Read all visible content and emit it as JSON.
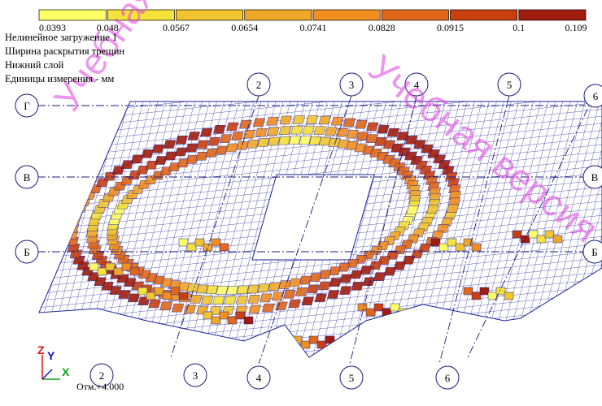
{
  "legend": {
    "values": [
      "0.0393",
      "0.048",
      "0.0567",
      "0.0654",
      "0.0741",
      "0.0828",
      "0.0915",
      "0.1",
      "0.109"
    ],
    "colors": [
      "#ffff66",
      "#f5e23a",
      "#f0c530",
      "#f0a828",
      "#f08e20",
      "#e06818",
      "#c84010",
      "#a01c0c"
    ]
  },
  "info": {
    "line1": "Нелинейное загружение 1",
    "line2": "Ширина раскрытия трещин",
    "line3": "Нижний слой",
    "line4": "Единицы измерения - мм"
  },
  "axes_top": [
    "2",
    "3",
    "4",
    "5",
    "6"
  ],
  "axes_bottom": [
    "2",
    "3",
    "4",
    "5",
    "6"
  ],
  "axes_left": [
    "Г",
    "В",
    "Б"
  ],
  "axes_right": [
    "В",
    "Б"
  ],
  "coord_axes": {
    "z": "Z",
    "y": "Y",
    "x": "X"
  },
  "elevation": "Отм.+4.000",
  "watermark": {
    "text": "Учебная версия",
    "color": "#e040e0"
  },
  "mesh_color": "#1c1f9a"
}
